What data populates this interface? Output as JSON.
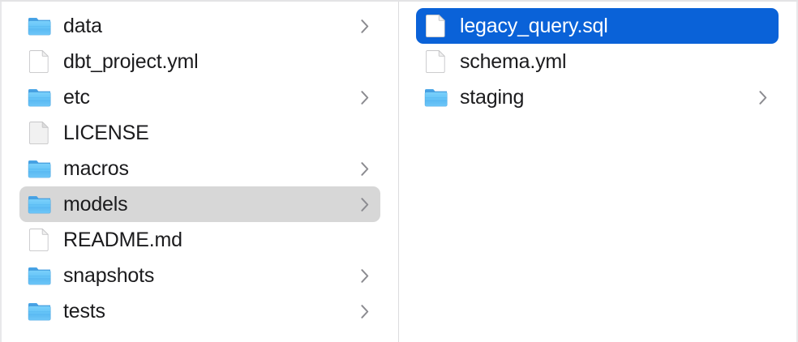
{
  "window": {
    "view": "column-view",
    "app": "Finder"
  },
  "colors": {
    "selection_active": "#0a62d8",
    "selection_inactive": "#d7d7d7",
    "text": "#1b1b1d",
    "text_selected": "#ffffff",
    "folder_blue": "#5fc0f5",
    "divider": "#dcdcde",
    "background": "#ffffff"
  },
  "columns": [
    {
      "name": "parent-column",
      "items": [
        {
          "label": "data",
          "kind": "folder",
          "icon": "folder-icon",
          "chevron": true,
          "selected": false,
          "selection_state": "none"
        },
        {
          "label": "dbt_project.yml",
          "kind": "file",
          "icon": "document-icon",
          "chevron": false,
          "selected": false,
          "selection_state": "none"
        },
        {
          "label": "etc",
          "kind": "folder",
          "icon": "folder-icon",
          "chevron": true,
          "selected": false,
          "selection_state": "none"
        },
        {
          "label": "LICENSE",
          "kind": "file",
          "icon": "document-plain-icon",
          "chevron": false,
          "selected": false,
          "selection_state": "none"
        },
        {
          "label": "macros",
          "kind": "folder",
          "icon": "folder-icon",
          "chevron": true,
          "selected": false,
          "selection_state": "none"
        },
        {
          "label": "models",
          "kind": "folder",
          "icon": "folder-icon",
          "chevron": true,
          "selected": true,
          "selection_state": "inactive"
        },
        {
          "label": "README.md",
          "kind": "file",
          "icon": "document-icon",
          "chevron": false,
          "selected": false,
          "selection_state": "none"
        },
        {
          "label": "snapshots",
          "kind": "folder",
          "icon": "folder-icon",
          "chevron": true,
          "selected": false,
          "selection_state": "none"
        },
        {
          "label": "tests",
          "kind": "folder",
          "icon": "folder-icon",
          "chevron": true,
          "selected": false,
          "selection_state": "none"
        }
      ]
    },
    {
      "name": "child-column",
      "items": [
        {
          "label": "legacy_query.sql",
          "kind": "file",
          "icon": "document-icon",
          "chevron": false,
          "selected": true,
          "selection_state": "active"
        },
        {
          "label": "schema.yml",
          "kind": "file",
          "icon": "document-icon",
          "chevron": false,
          "selected": false,
          "selection_state": "none"
        },
        {
          "label": "staging",
          "kind": "folder",
          "icon": "folder-icon",
          "chevron": true,
          "selected": false,
          "selection_state": "none"
        }
      ]
    }
  ]
}
